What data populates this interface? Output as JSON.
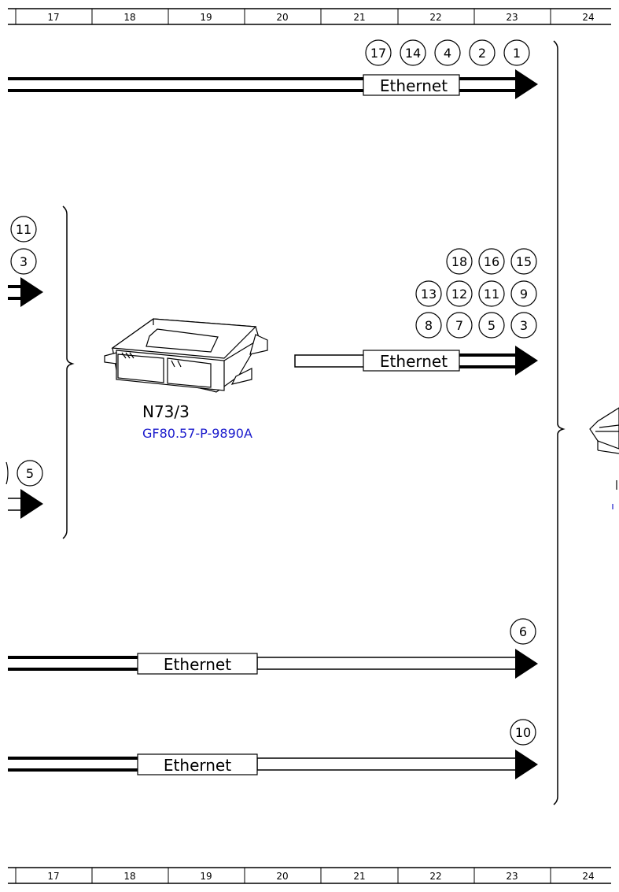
{
  "ruler": {
    "labels": [
      "17",
      "18",
      "19",
      "20",
      "21",
      "22",
      "23",
      "24"
    ]
  },
  "connections": [
    {
      "id": "top",
      "label": "Ethernet",
      "refs": [
        "17",
        "14",
        "4",
        "2",
        "1"
      ]
    },
    {
      "id": "mid",
      "label": "Ethernet",
      "refs": [
        "18",
        "16",
        "15",
        "13",
        "12",
        "11",
        "9",
        "8",
        "7",
        "5",
        "3"
      ]
    },
    {
      "id": "row6",
      "label": "Ethernet",
      "refs": [
        "6"
      ]
    },
    {
      "id": "row10",
      "label": "Ethernet",
      "refs": [
        "10"
      ]
    }
  ],
  "left_edge_refs": [
    "11",
    "3",
    "5"
  ],
  "module": {
    "name": "N73/3",
    "ref": "GF80.57-P-9890A",
    "ref_color": "#1a1acc"
  },
  "colors": {
    "line": "#000000",
    "link": "#1a1acc"
  }
}
